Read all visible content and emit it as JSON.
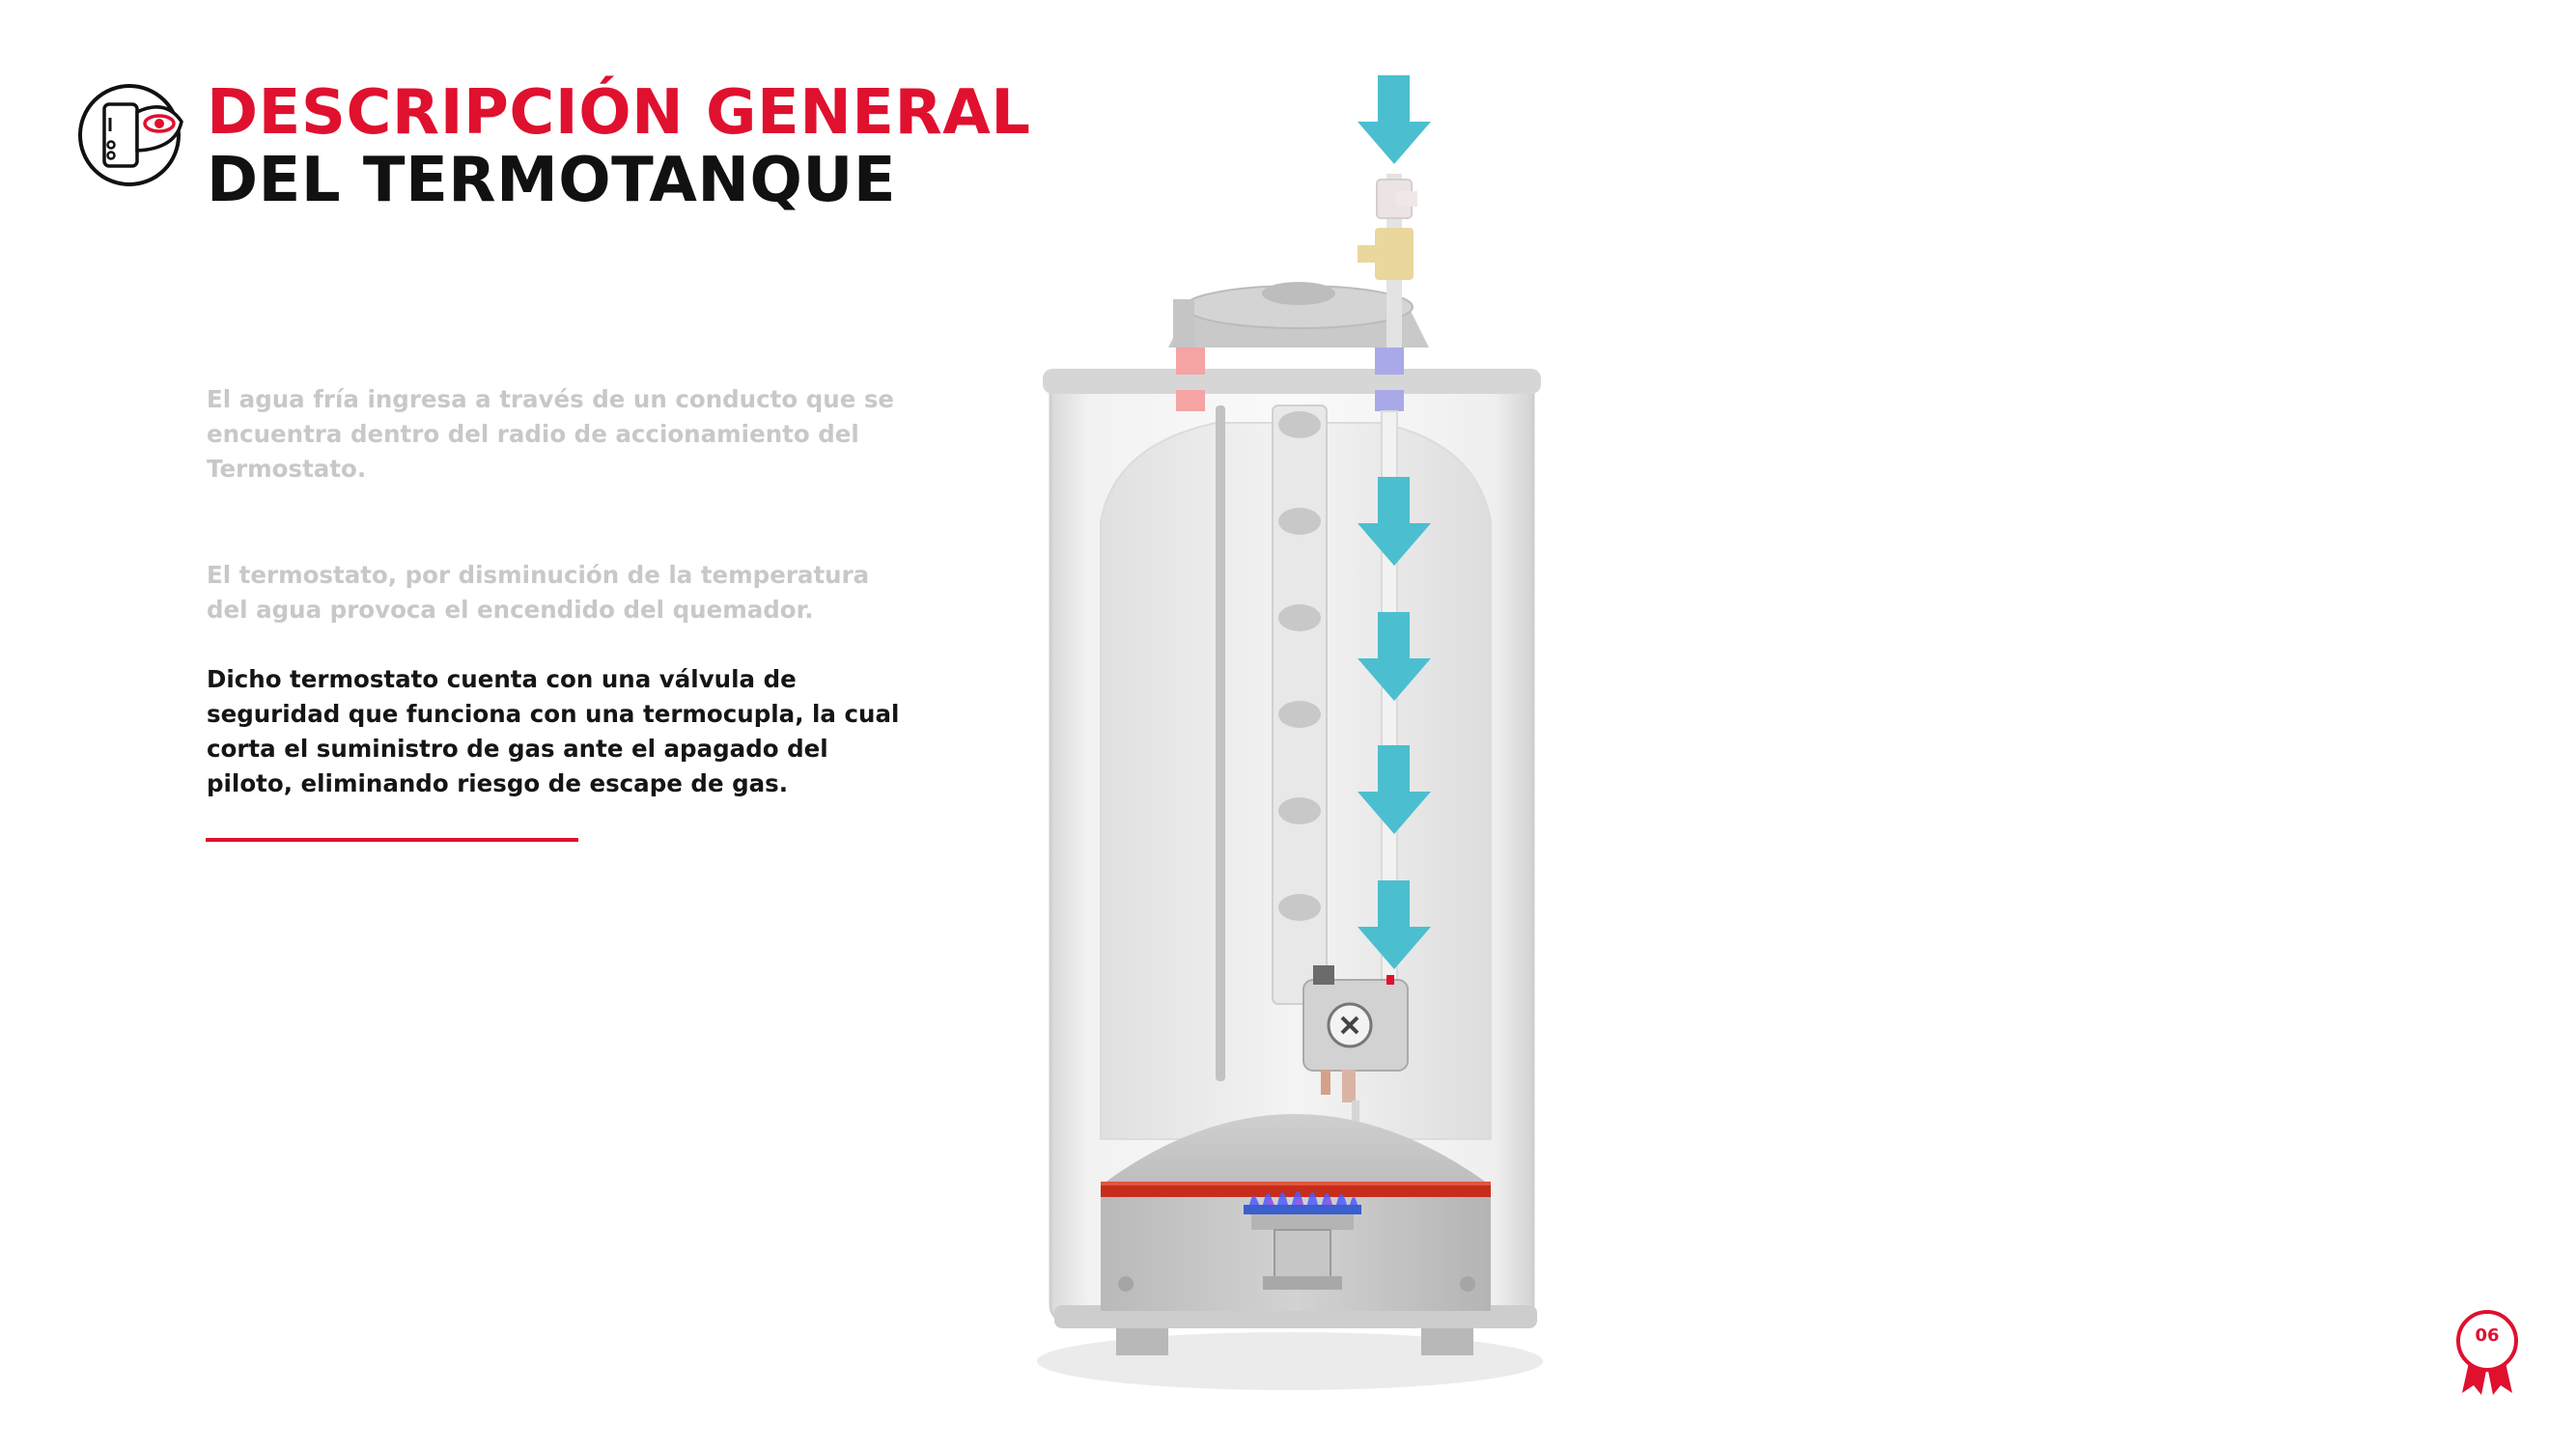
{
  "header": {
    "title_line1": "DESCRIPCIÓN GENERAL",
    "title_line2": "DEL TERMOTANQUE",
    "icon": "water-heater-inspect-icon"
  },
  "content": {
    "paragraph1": "El agua fría ingresa a través de un conducto que se encuentra dentro del radio de accionamiento del Termostato.",
    "paragraph2": "El termostato, por disminución de la temperatura del agua provoca el encendido del quemador.",
    "paragraph3": "Dicho termostato cuenta con una válvula de seguridad que funciona con una termocupla, la cual corta el suministro de gas ante el apagado del piloto, eliminando riesgo de escape de gas."
  },
  "illustration": {
    "subject": "water-heater-cutaway",
    "arrow_color": "#4bbfcf",
    "flame_color": "#3d5bff"
  },
  "footer": {
    "page_number": "06",
    "badge_icon": "award-ribbon-icon"
  },
  "colors": {
    "accent": "#e0102f",
    "text_dark": "#151515",
    "text_light": "#c8c8c8"
  }
}
